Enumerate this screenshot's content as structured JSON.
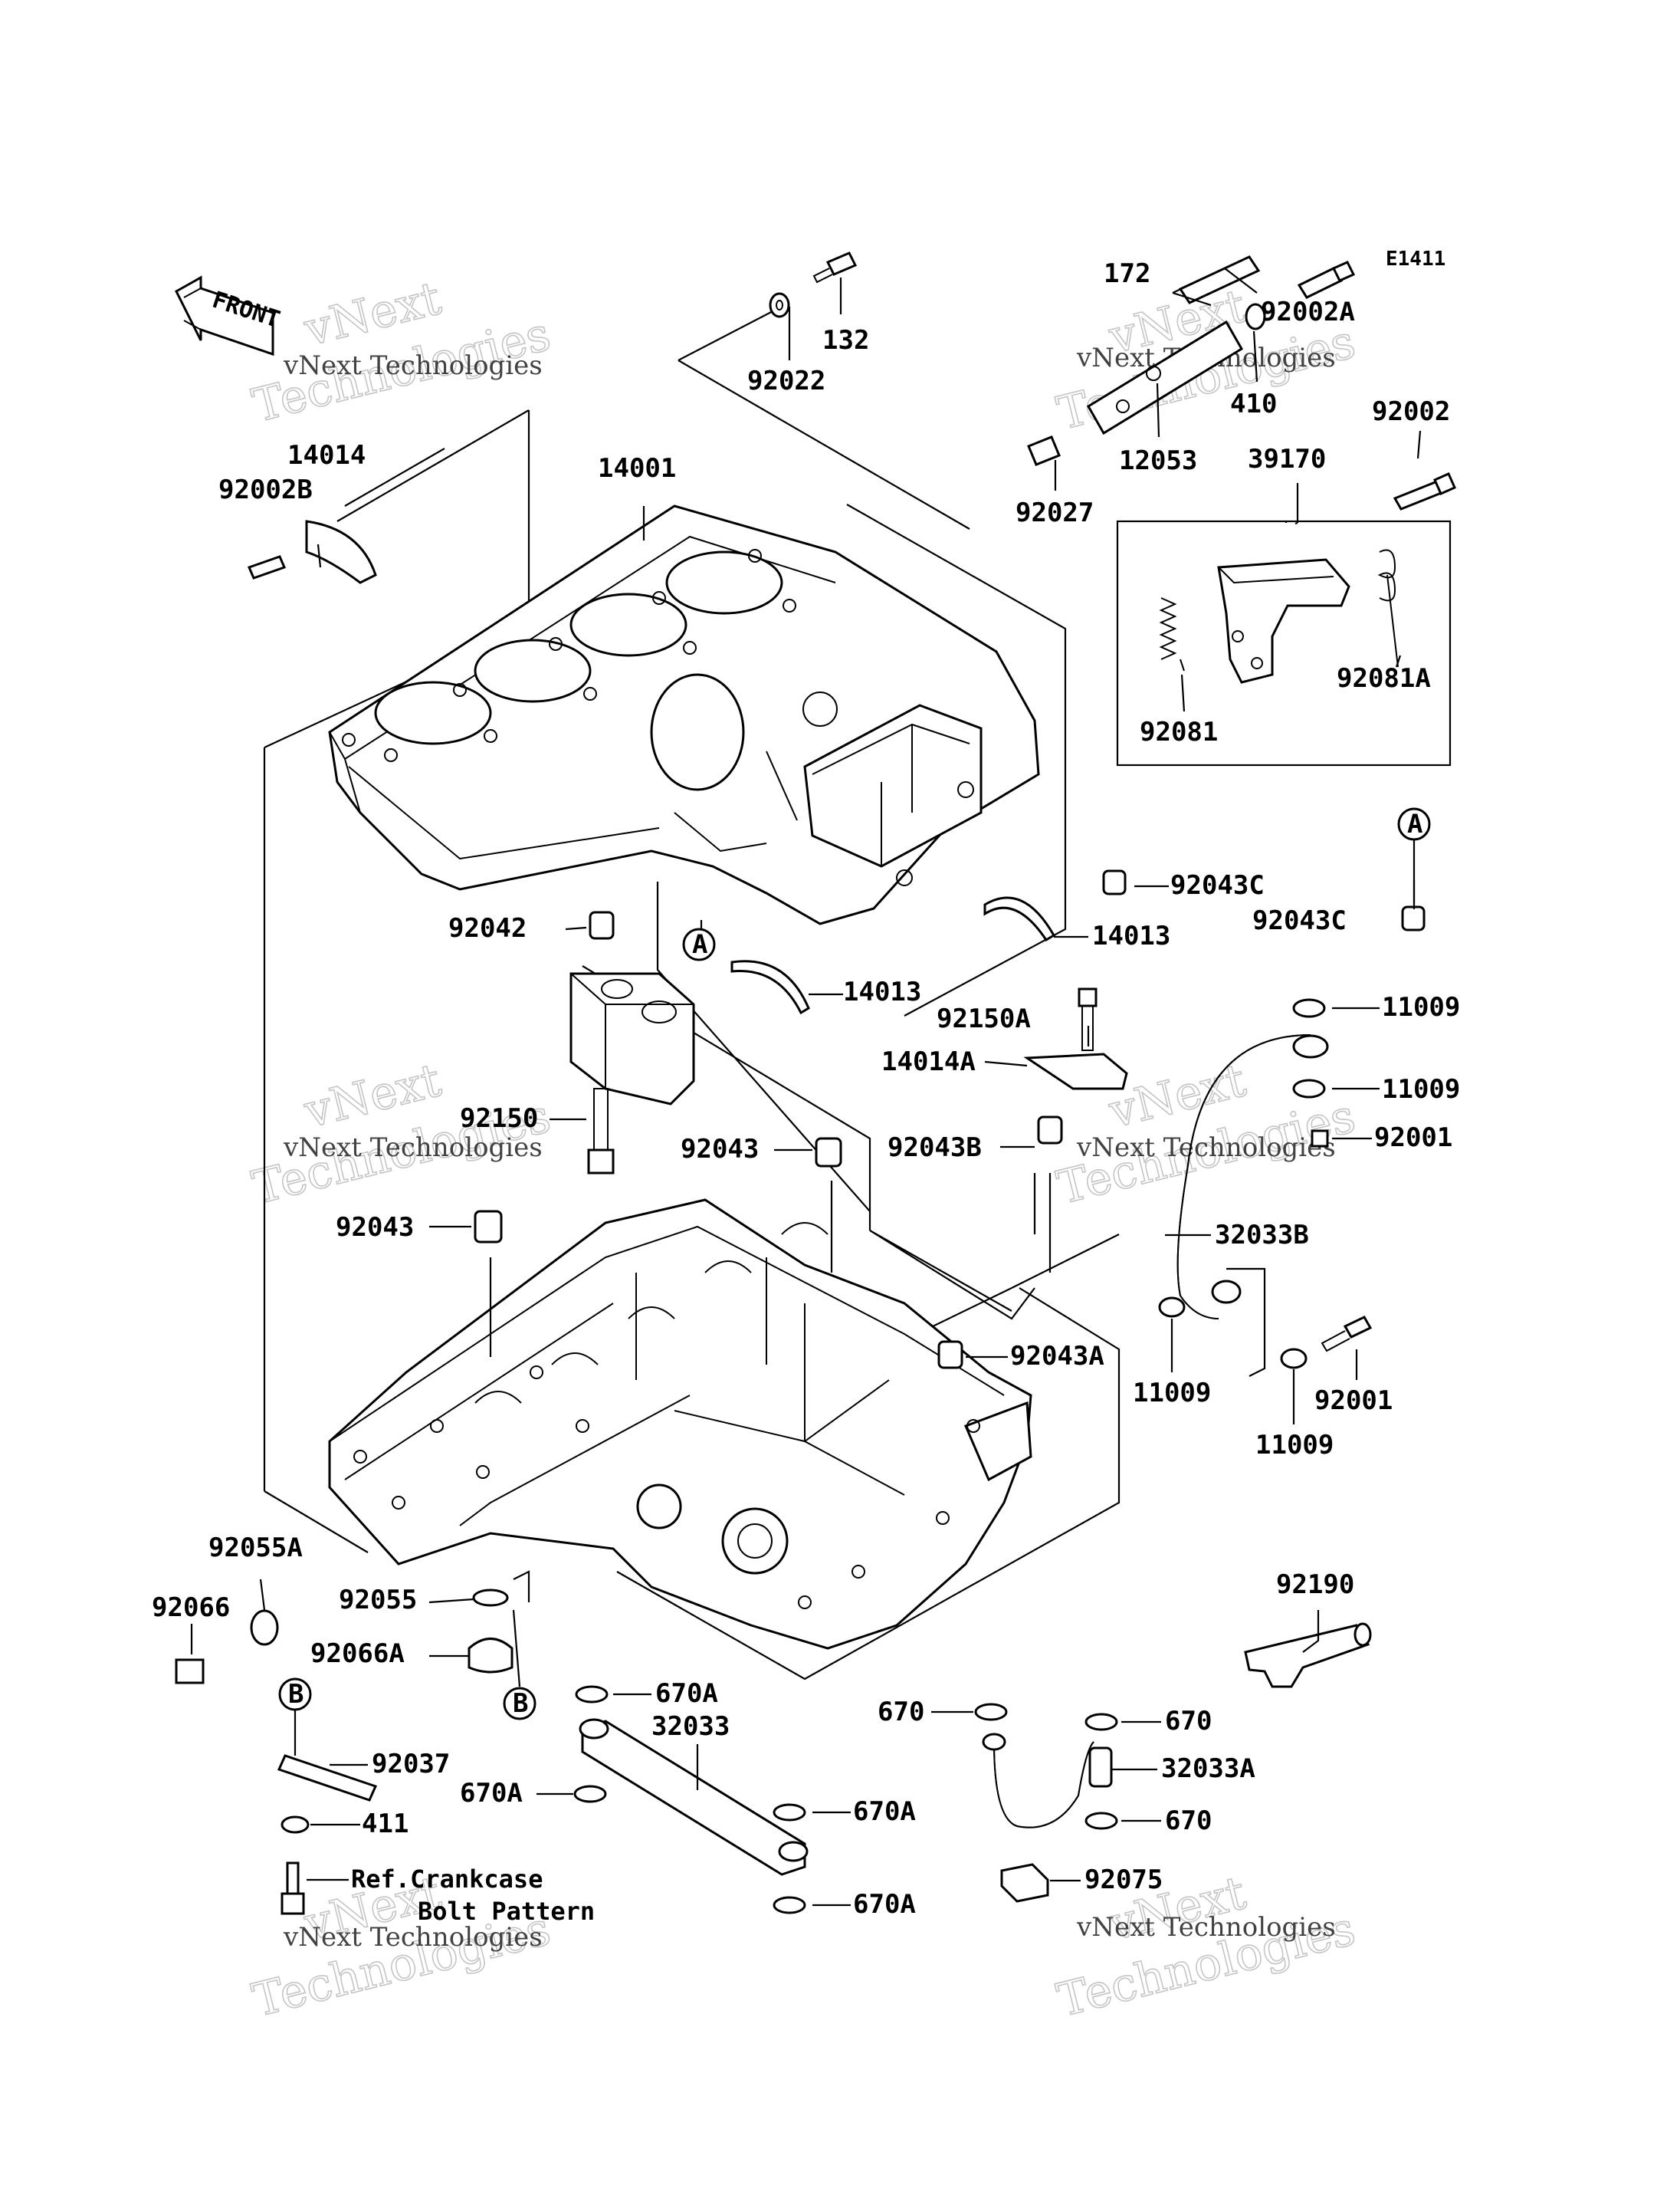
{
  "diagram_code": "E1411",
  "front_label": "FRONT",
  "watermark": {
    "line1": "vNext",
    "line2": "Technologies",
    "caption": "vNext Technologies"
  },
  "ref_note": {
    "line1": "Ref.Crankcase",
    "line2": "Bolt Pattern"
  },
  "circle_markers": [
    "A",
    "A",
    "B",
    "B"
  ],
  "part_labels": [
    "172",
    "92002A",
    "410",
    "12053",
    "92027",
    "132",
    "92022",
    "92002",
    "39170",
    "92081",
    "92081A",
    "14014",
    "92002B",
    "14001",
    "92043C",
    "92043C",
    "14013",
    "14013",
    "92042",
    "92150A",
    "14014A",
    "11009",
    "11009",
    "92001",
    "92150",
    "92043",
    "92043B",
    "92043",
    "32033B",
    "11009",
    "11009",
    "92001",
    "92043A",
    "92055A",
    "92066",
    "92055",
    "92066A",
    "670A",
    "32033",
    "670A",
    "670A",
    "670A",
    "670",
    "670",
    "32033A",
    "670",
    "92075",
    "92037",
    "411",
    "92190"
  ]
}
